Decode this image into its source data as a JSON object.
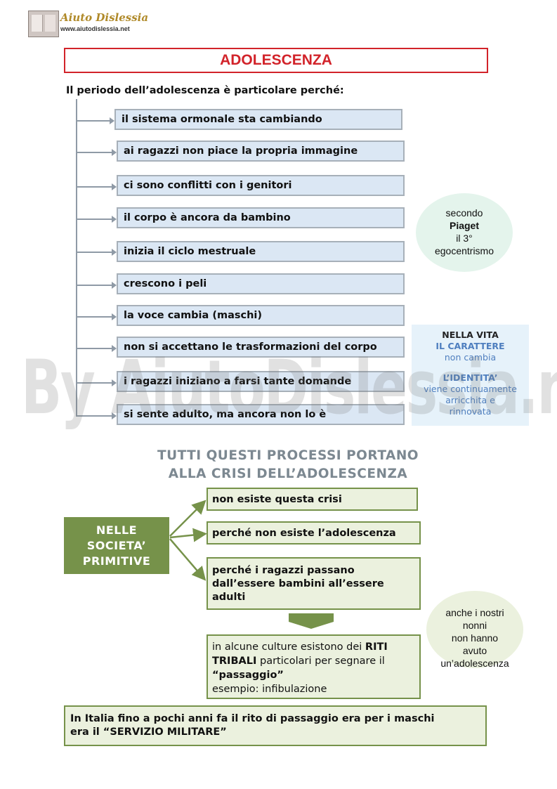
{
  "header": {
    "logo_name": "Aiuto Dislessia",
    "logo_url": "www.aiutodislessia.net"
  },
  "title": "ADOLESCENZA",
  "intro": "Il periodo dell’adolescenza è particolare perché:",
  "reasons": [
    "il sistema ormonale sta cambiando",
    "ai ragazzi non piace la propria immagine",
    "ci sono conflitti con i genitori",
    "il corpo è ancora da bambino",
    "inizia il ciclo mestruale",
    "crescono i peli",
    "la voce cambia (maschi)",
    "non si accettano le trasformazioni del corpo",
    "i ragazzi iniziano a farsi tante domande",
    "si sente adulto, ma ancora non lo è"
  ],
  "piaget": {
    "line1": "secondo",
    "line2": "Piaget",
    "line3": "il 3°",
    "line4": "egocentrismo"
  },
  "life_box": {
    "line1": "NELLA VITA",
    "line2": "IL  CARATTERE",
    "line3": "non cambia",
    "line4": "L’IDENTITA’",
    "line5": "viene continuamente",
    "line6": "arricchita e",
    "line7": "rinnovata"
  },
  "headline": {
    "line1": "TUTTI QUESTI PROCESSI PORTANO",
    "line2": "ALLA CRISI DELL’ADOLESCENZA"
  },
  "society": {
    "line1": "NELLE",
    "line2": "SOCIETA’",
    "line3": "PRIMITIVE"
  },
  "primitive": {
    "box1": "non esiste questa crisi",
    "box2": "perché non esiste l’adolescenza",
    "box3_line1": "perché i ragazzi passano",
    "box3_line2": "dall’essere  bambini all’essere",
    "box3_line3": "adulti"
  },
  "rites": {
    "part1": "in alcune culture esistono dei ",
    "bold1": "RITI",
    "bold2": "TRIBALI",
    "part2": "  particolari per segnare il",
    "bold3": "“passaggio”",
    "part3": "esempio: infibulazione"
  },
  "nonni": {
    "line1": "anche i nostri",
    "line2": "nonni",
    "line3": "non hanno",
    "line4": "avuto",
    "line5": "un’adolescenza"
  },
  "italy": {
    "line1": "In Italia fino a pochi anni fa il rito di passaggio era per i maschi",
    "line2": "era  il “SERVIZIO MILITARE”"
  },
  "watermark": "By AiutoDislessia.net",
  "colors": {
    "title_red": "#d2232a",
    "blue_box": "#dbe7f4",
    "green": "#76924a",
    "green_light": "#ebf1de",
    "life_blue": "#4f7fbf"
  }
}
